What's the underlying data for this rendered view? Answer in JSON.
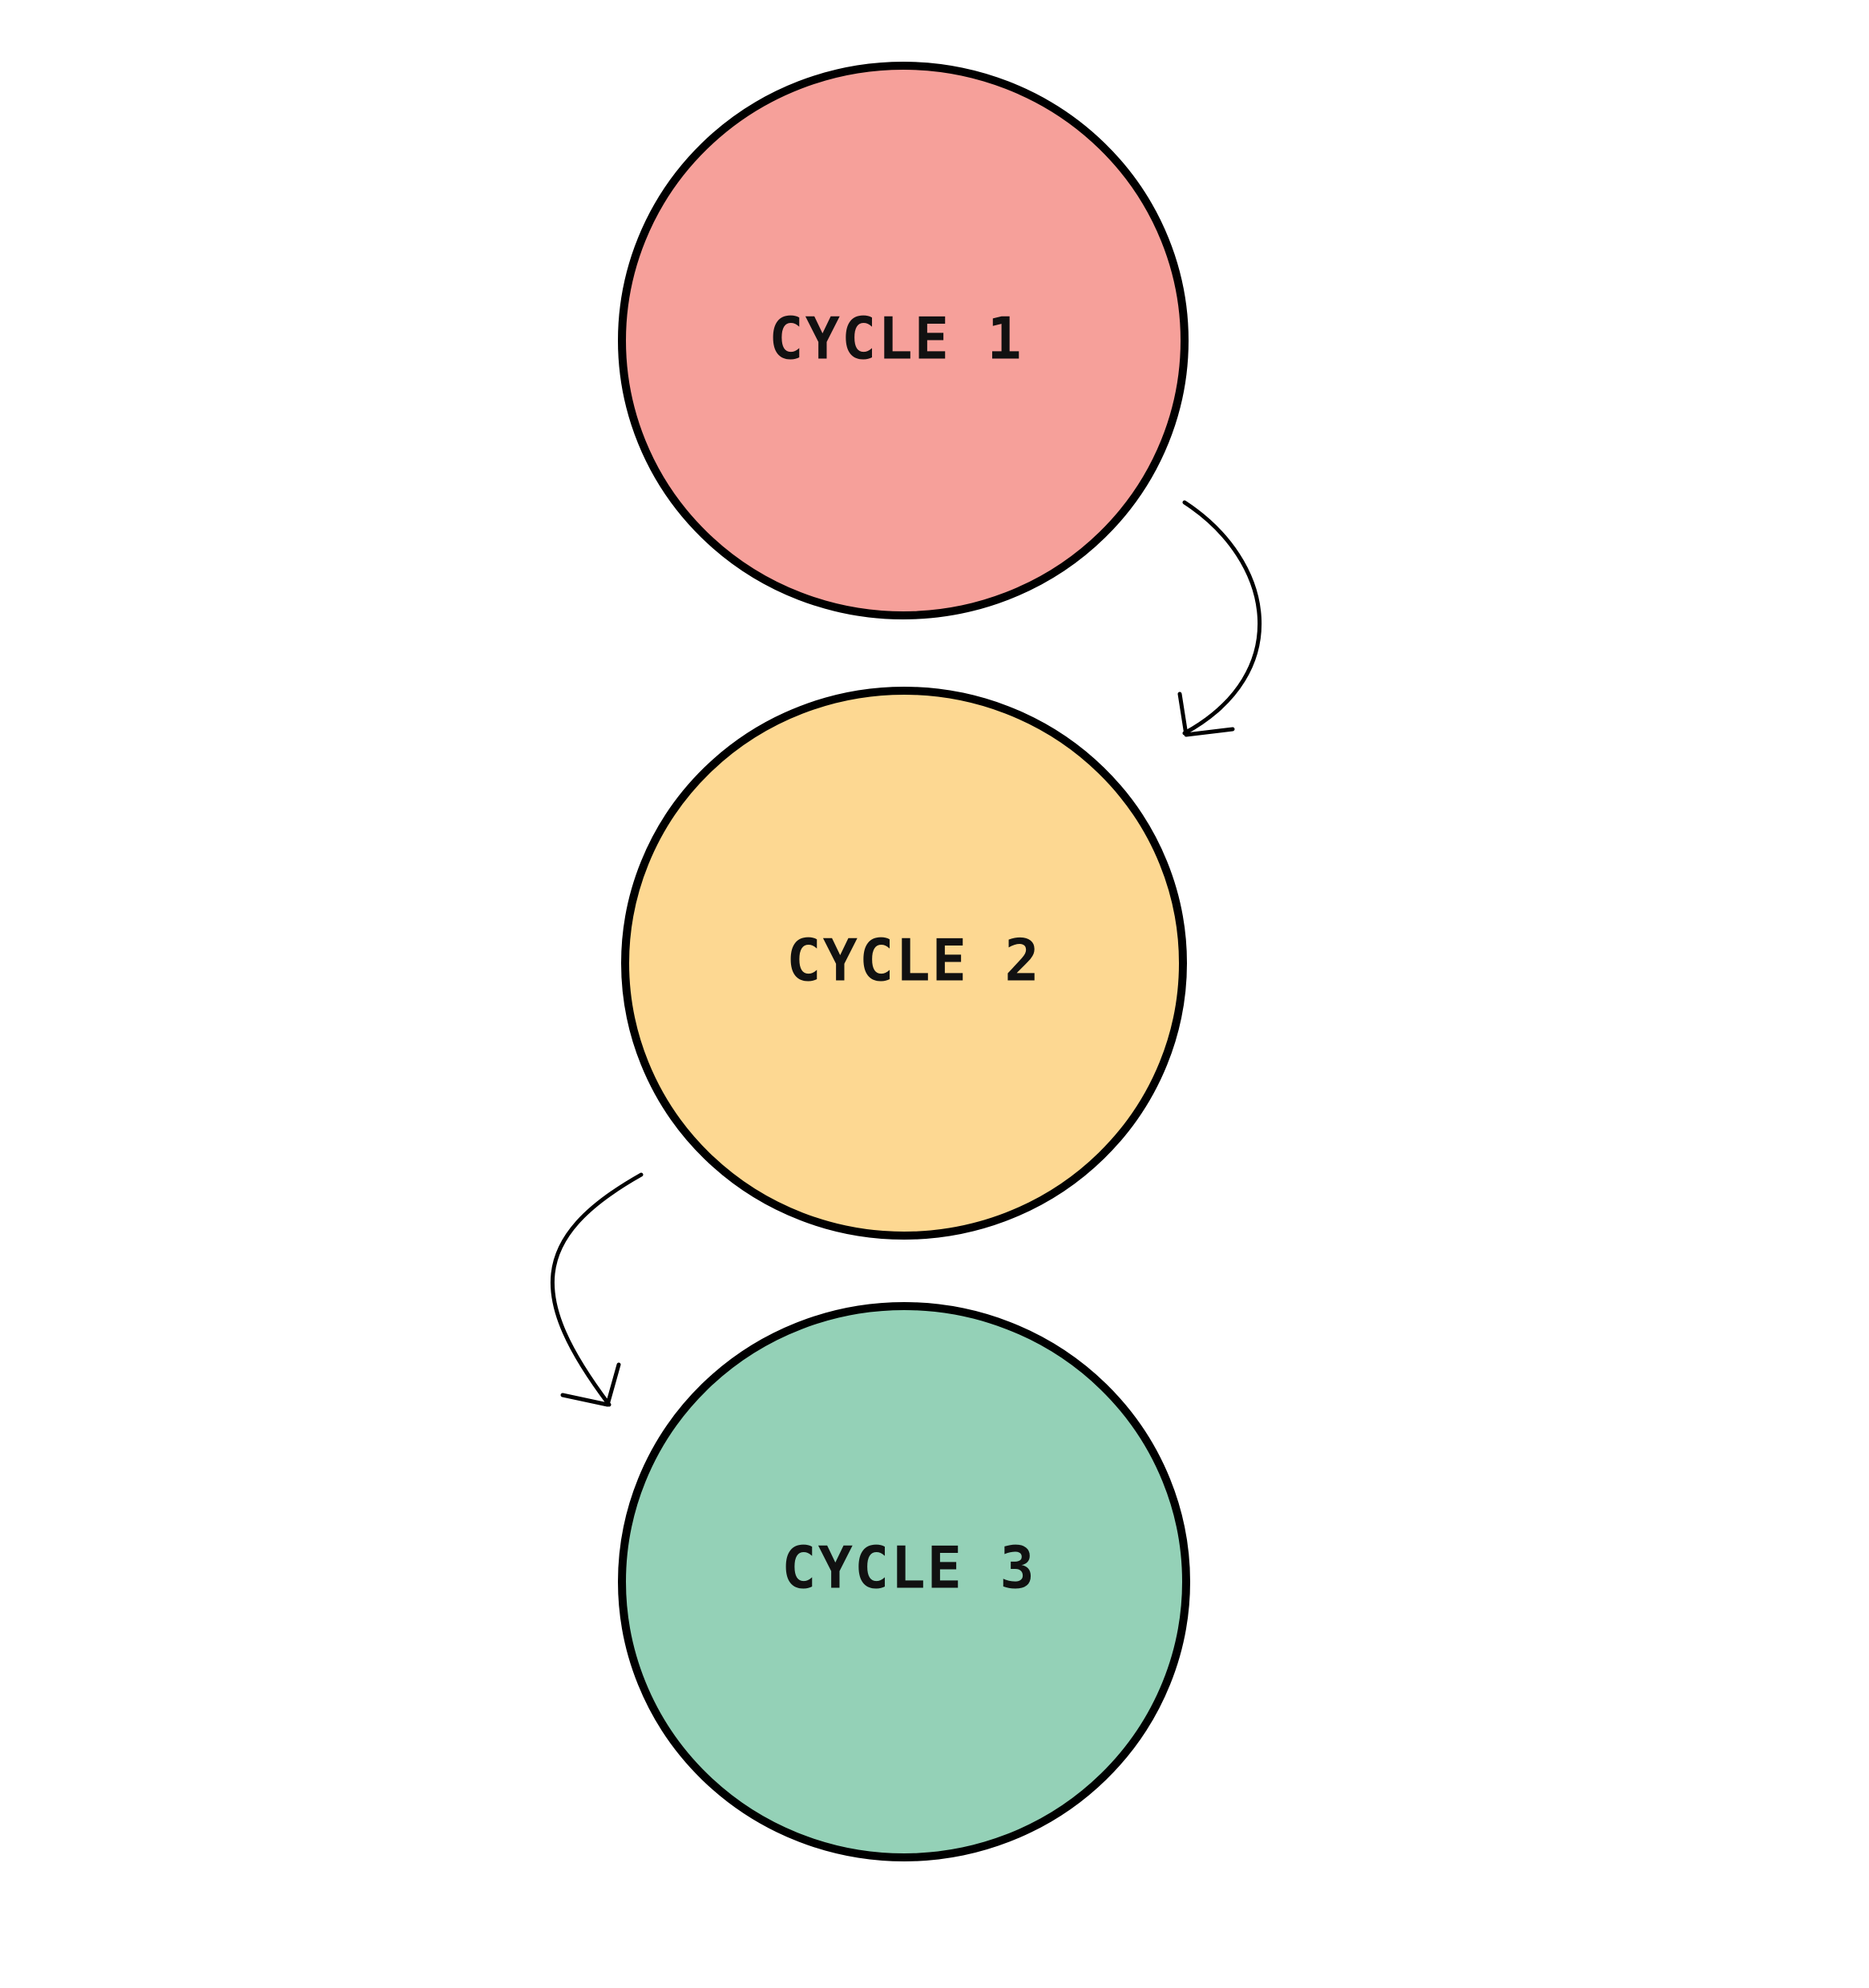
{
  "diagram": {
    "nodes": [
      {
        "id": "cycle-1",
        "label": "CYCLE 1",
        "fill": "#F6A09A"
      },
      {
        "id": "cycle-2",
        "label": "CYCLE 2",
        "fill": "#FDD892"
      },
      {
        "id": "cycle-3",
        "label": "CYCLE 3",
        "fill": "#94D1B7"
      }
    ],
    "edges": [
      {
        "from": "cycle-1",
        "to": "cycle-2"
      },
      {
        "from": "cycle-2",
        "to": "cycle-3"
      }
    ],
    "stroke_color": "#000000",
    "background": "#FFFFFF"
  }
}
